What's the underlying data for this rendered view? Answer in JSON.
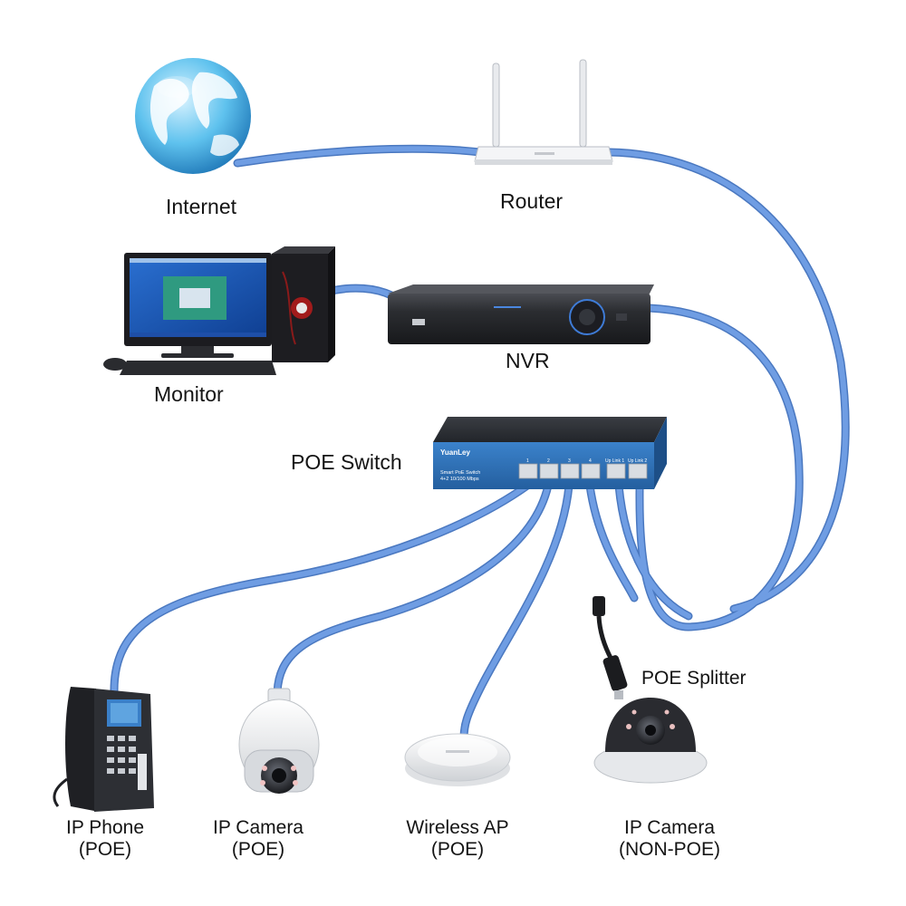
{
  "nodes": {
    "internet": {
      "label": "Internet"
    },
    "router": {
      "label": "Router"
    },
    "monitor": {
      "label": "Monitor"
    },
    "nvr": {
      "label": "NVR"
    },
    "poe_switch": {
      "label": "POE Switch",
      "brand": "YuanLey",
      "model_line1": "Smart PoE Switch",
      "model_line2": "4+2 10/100 Mbps",
      "ports": [
        "1",
        "2",
        "3",
        "4",
        "Up Link 1",
        "Up Link 2"
      ]
    },
    "poe_splitter": {
      "label": "POE Splitter"
    },
    "ip_phone": {
      "label": "IP Phone",
      "sub": "(POE)"
    },
    "ip_camera_poe": {
      "label": "IP Camera",
      "sub": "(POE)"
    },
    "wireless_ap": {
      "label": "Wireless AP",
      "sub": "(POE)"
    },
    "ip_camera_nonpoe": {
      "label": "IP Camera",
      "sub": "(NON-POE)"
    }
  },
  "colors": {
    "cable": "#6f9de3",
    "cable_edge": "#4a78c0",
    "switch_body": "#2f6fb6",
    "device_dark": "#2a2c30",
    "background": "#ffffff"
  }
}
